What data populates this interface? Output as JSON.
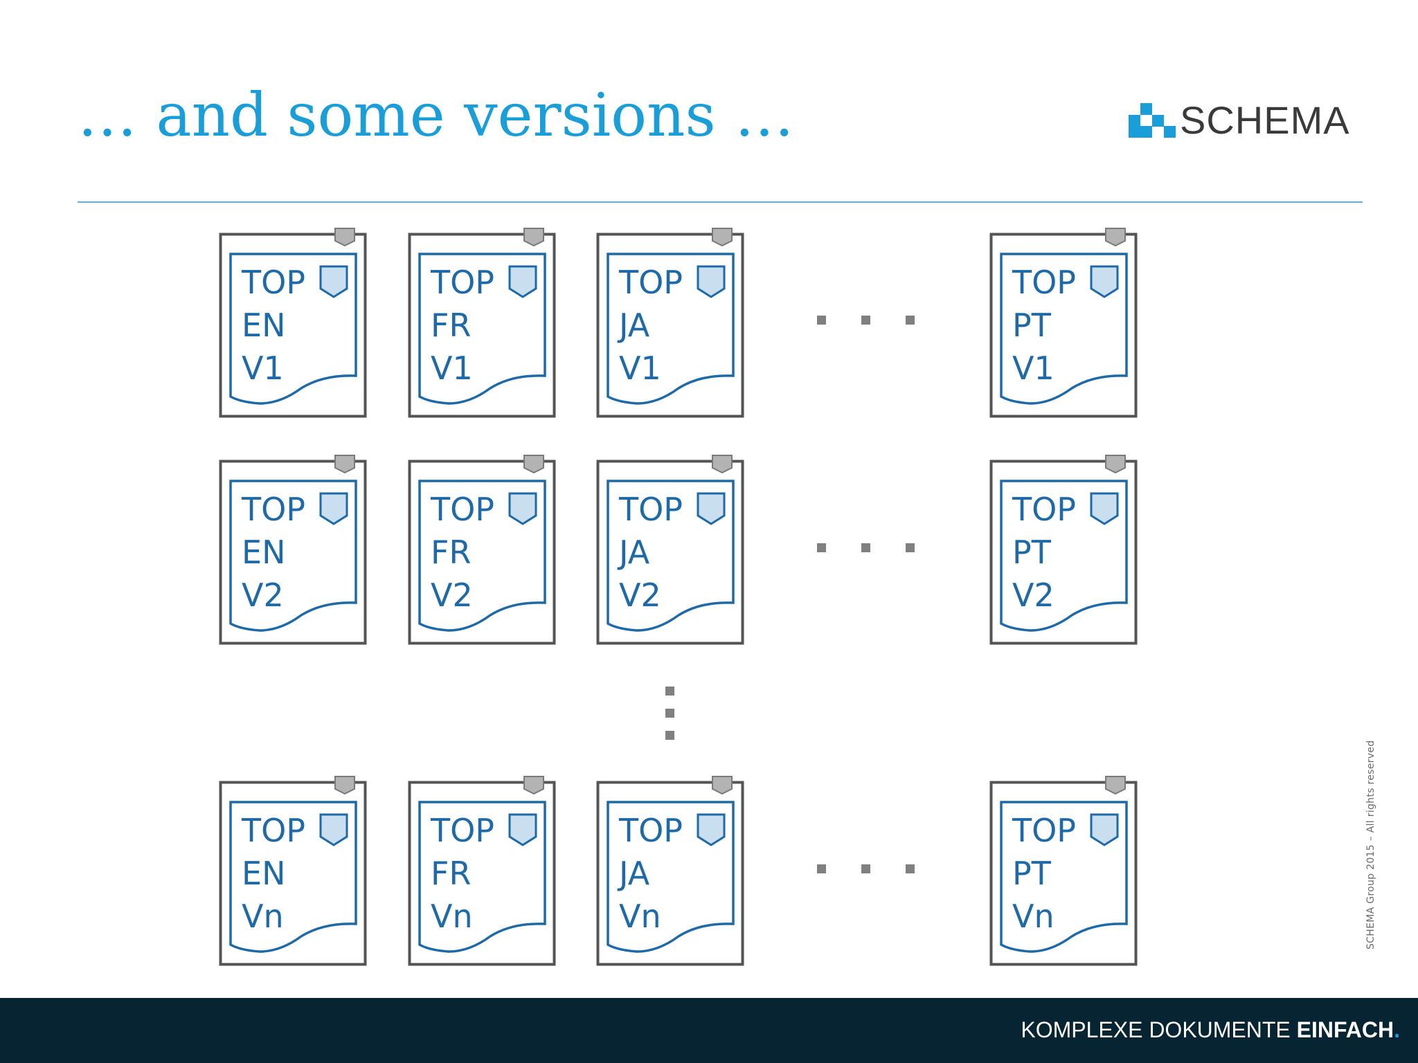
{
  "title": "… and some versions …",
  "logo": {
    "text": "SCHEMA",
    "accent_color": "#1a9ed9"
  },
  "documents": {
    "top_label": "TOP",
    "languages": [
      "EN",
      "FR",
      "JA",
      "PT"
    ],
    "versions": [
      "V1",
      "V2",
      "Vn"
    ],
    "doc_color": "#1e69a8",
    "frame_color": "#555555",
    "tag_fill": "#c9deef",
    "clip_fill": "#b3b3b3"
  },
  "copyright": "SCHEMA Group 2015 – All rights reserved",
  "footer": {
    "tagline_regular": "KOMPLEXE DOKUMENTE ",
    "tagline_bold": "EINFACH",
    "tagline_dot": ".",
    "background": "#062432"
  }
}
